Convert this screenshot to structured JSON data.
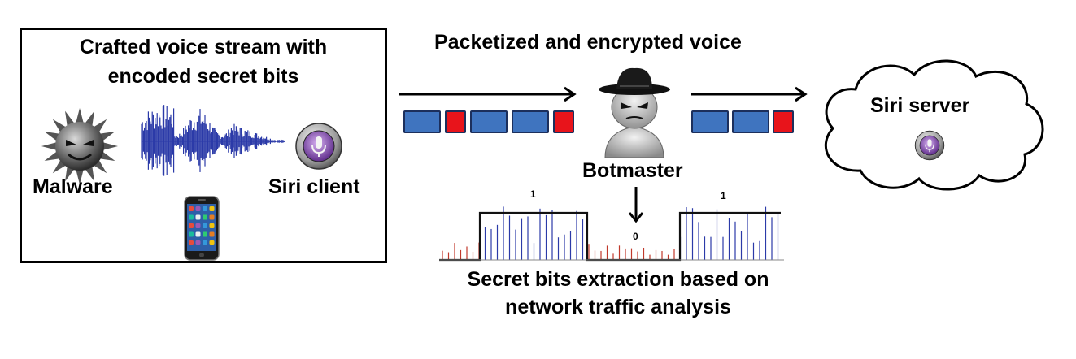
{
  "client": {
    "title_line1": "Crafted voice stream with",
    "title_line2": "encoded secret bits",
    "malware_label": "Malware",
    "siri_client_label": "Siri client"
  },
  "channel": {
    "title": "Packetized and encrypted voice",
    "packets_in": [
      "blue",
      "red",
      "blue",
      "blue",
      "red"
    ],
    "packets_out": [
      "blue",
      "blue",
      "red"
    ]
  },
  "botmaster": {
    "label": "Botmaster"
  },
  "server": {
    "label": "Siri server"
  },
  "extraction": {
    "line1": "Secret bits extraction based on",
    "line2": "network traffic analysis",
    "bit_labels": [
      "1",
      "0",
      "1"
    ]
  },
  "colors": {
    "packet_blue": "#3f74bf",
    "packet_red": "#e8141b",
    "signal_blue": "#2b3aa8",
    "signal_red": "#c0392b",
    "siri_purple": "#8e44ad"
  }
}
